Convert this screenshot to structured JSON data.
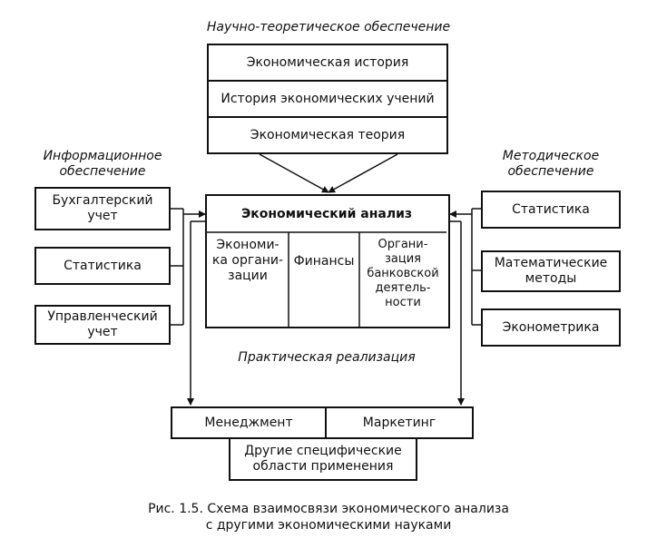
{
  "diagram": {
    "top_label": "Научно-теоретическое обеспечение",
    "left_label": "Информационное\nобеспечение",
    "right_label": "Методическое\nобеспечение",
    "theory": [
      "Экономическая история",
      "История экономических учений",
      "Экономическая теория"
    ],
    "center": {
      "title": "Экономический анализ",
      "cells": [
        "Экономи-\nка органи-\nзации",
        "Финансы",
        "Органи-\nзация\nбанковской\nдеятель-\nности"
      ]
    },
    "left_boxes": [
      "Бухгалтерский\nучет",
      "Статистика",
      "Управленческий\nучет"
    ],
    "right_boxes": [
      "Статистика",
      "Математические\nметоды",
      "Эконометрика"
    ],
    "practice_label": "Практическая реализация",
    "bottom": {
      "management": "Менеджмент",
      "marketing": "Маркетинг",
      "other": "Другие специфические\nобласти применения"
    },
    "caption_line1": "Рис. 1.5. Схема взаимосвязи экономического анализа",
    "caption_line2": "с другими экономическими науками"
  }
}
